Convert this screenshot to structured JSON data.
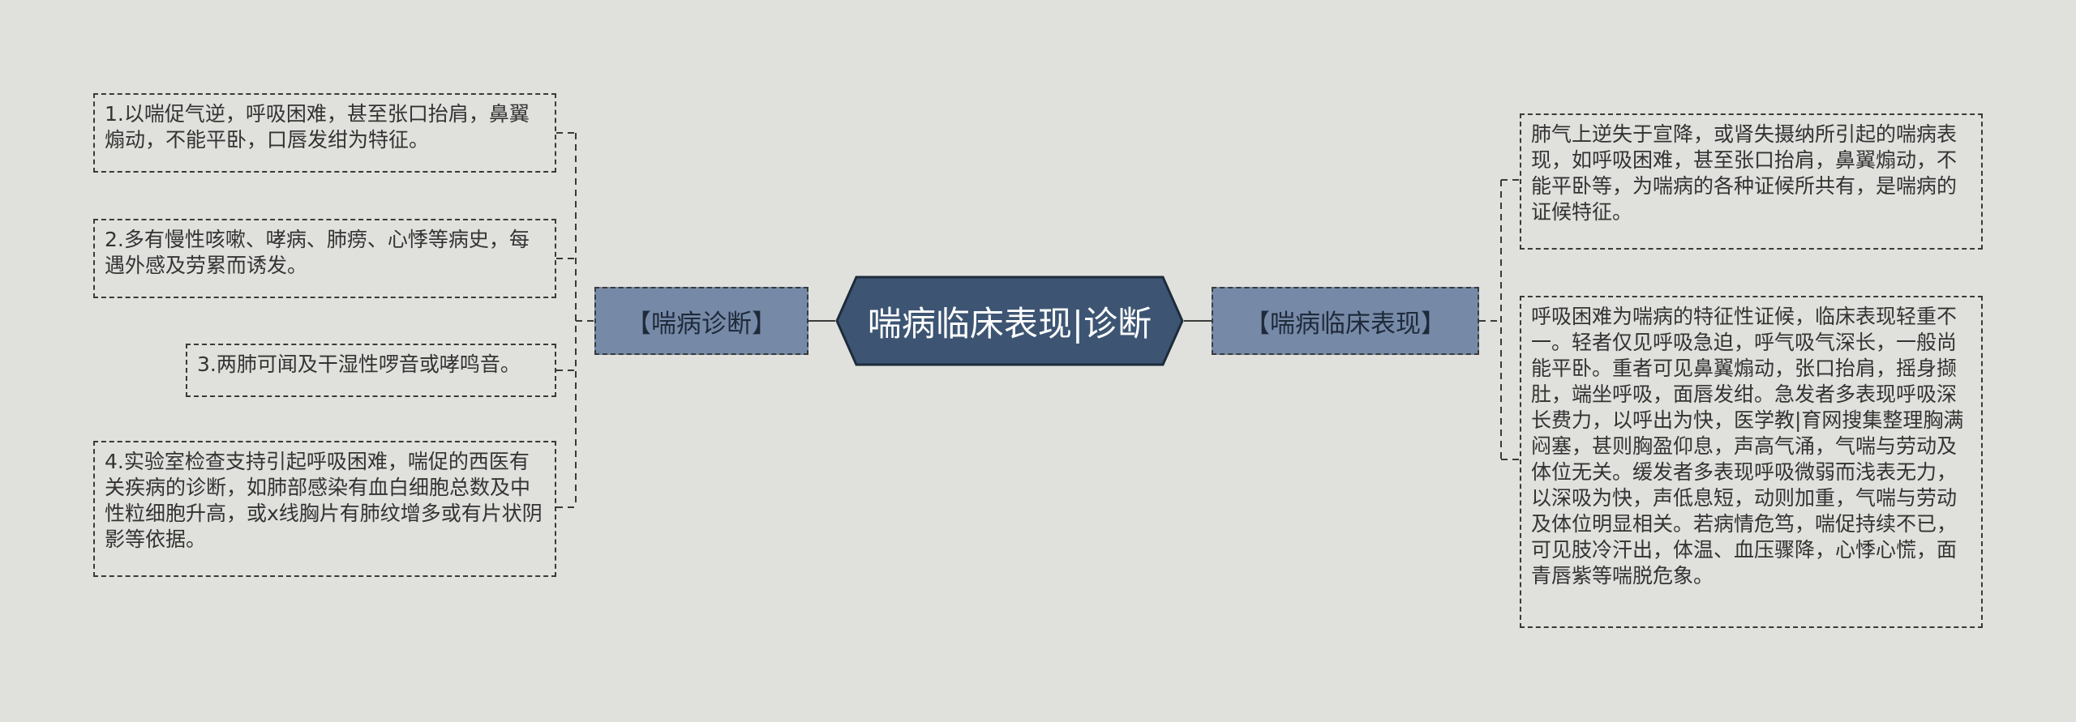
{
  "central": {
    "title": "喘病临床表现|诊断"
  },
  "branches": {
    "left": {
      "label": "【喘病诊断】"
    },
    "right": {
      "label": "【喘病临床表现】"
    }
  },
  "left_items": [
    "1.以喘促气逆，呼吸困难，甚至张口抬肩，鼻翼煽动，不能平卧，口唇发绀为特征。",
    "2.多有慢性咳嗽、哮病、肺痨、心悸等病史，每遇外感及劳累而诱发。",
    "3.两肺可闻及干湿性啰音或哮鸣音。",
    "4.实验室检查支持引起呼吸困难，喘促的西医有关疾病的诊断，如肺部感染有血白细胞总数及中性粒细胞升高，或x线胸片有肺纹增多或有片状阴影等依据。"
  ],
  "right_items": [
    "肺气上逆失于宣降，或肾失摄纳所引起的喘病表现，如呼吸困难，甚至张口抬肩，鼻翼煽动，不能平卧等，为喘病的各种证候所共有，是喘病的证候特征。",
    "呼吸困难为喘病的特征性证候，临床表现轻重不一。轻者仅见呼吸急迫，呼气吸气深长，一般尚能平卧。重者可见鼻翼煽动，张口抬肩，摇身撷肚，端坐呼吸，面唇发绀。急发者多表现呼吸深长费力，以呼出为快，医学教|育网搜集整理胸满闷塞，甚则胸盈仰息，声高气涌，气喘与劳动及体位无关。缓发者多表现呼吸微弱而浅表无力，以深吸为快，声低息短，动则加重，气喘与劳动及体位明显相关。若病情危笃，喘促持续不已，可见肢冷汗出，体温、血压骤降，心悸心慌，面青唇紫等喘脱危象。"
  ],
  "colors": {
    "background": "#e0e1dd",
    "central_fill": "#3d5573",
    "branch_fill": "#768aa8",
    "line": "#3a3a3a"
  }
}
